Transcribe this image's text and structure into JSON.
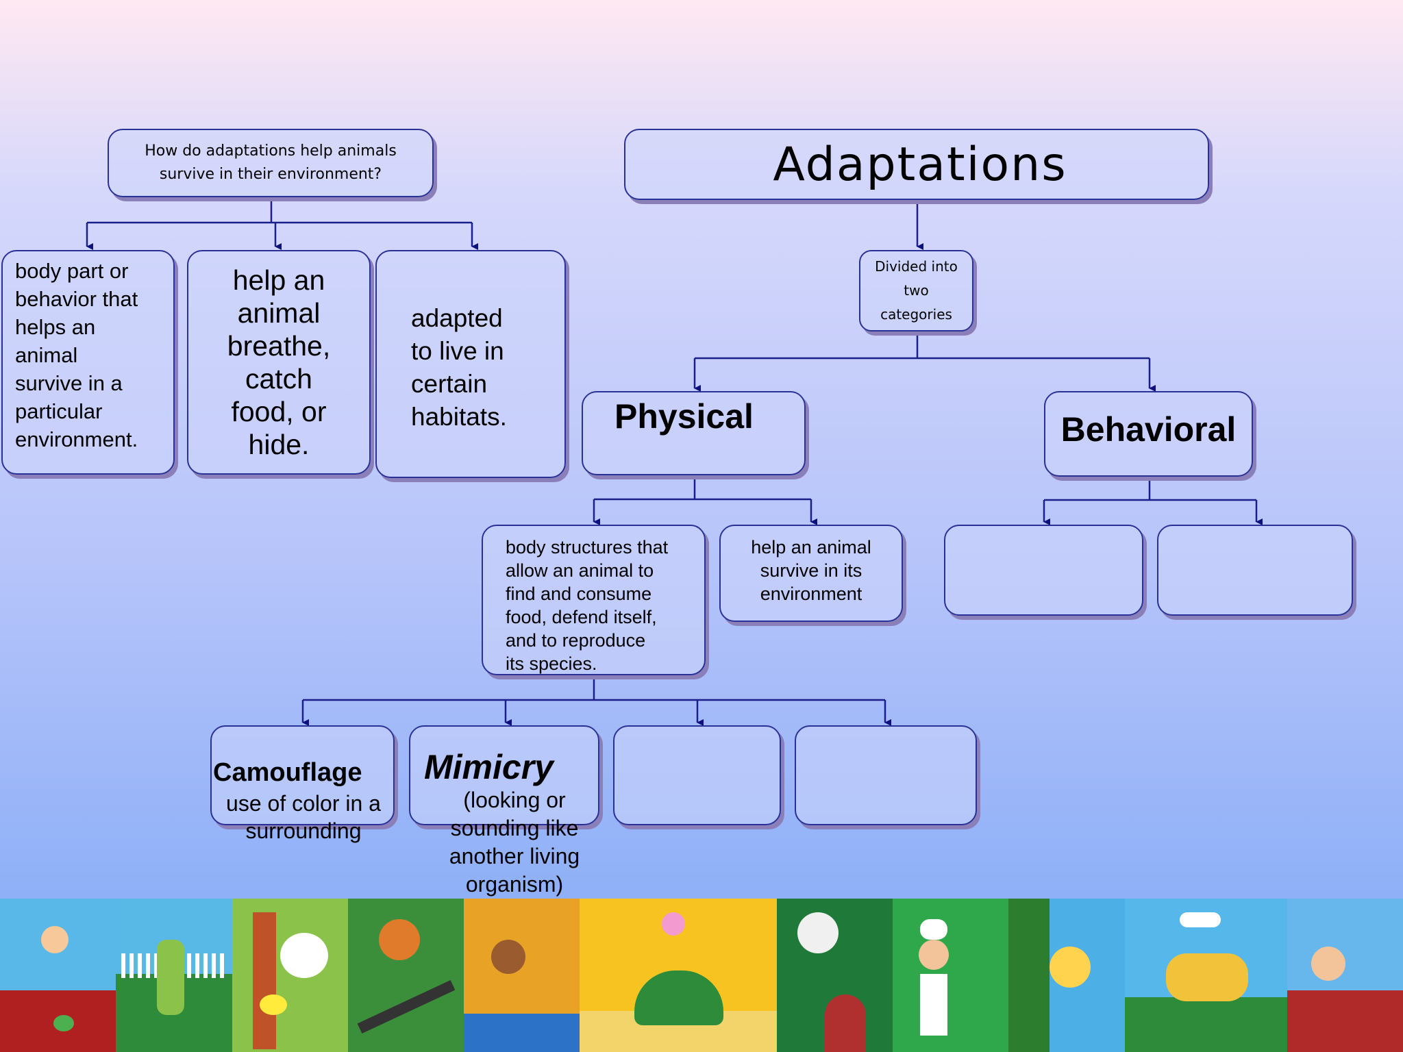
{
  "question": "How do adaptations help animals\nsurvive in their environment?",
  "answers": [
    "body part or\nbehavior that\nhelps an\nanimal\nsurvive in a\nparticular\nenvironment.",
    "help an\nanimal\nbreathe,\ncatch\nfood, or\nhide.",
    "adapted\nto live in\ncertain\nhabitats."
  ],
  "title": "Adaptations",
  "divided": "Divided into\ntwo\ncategories",
  "physical": {
    "label": "Physical",
    "desc_1": "body structures that\nallow an animal to\nfind and consume\nfood, defend itself,\nand to reproduce\nits species.",
    "desc_2": "help an animal\nsurvive in its\nenvironment"
  },
  "behavioral": {
    "label": "Behavioral"
  },
  "camouflage": {
    "title": "Camouflage",
    "text": "use of color in a\nsurrounding"
  },
  "mimicry": {
    "title": "Mimicry",
    "text": "(looking or\nsounding like\nanother living\norganism)"
  },
  "colors": {
    "box_border": "#2a3196",
    "connector": "#1b1f8a",
    "arrow": "#0d1180"
  }
}
